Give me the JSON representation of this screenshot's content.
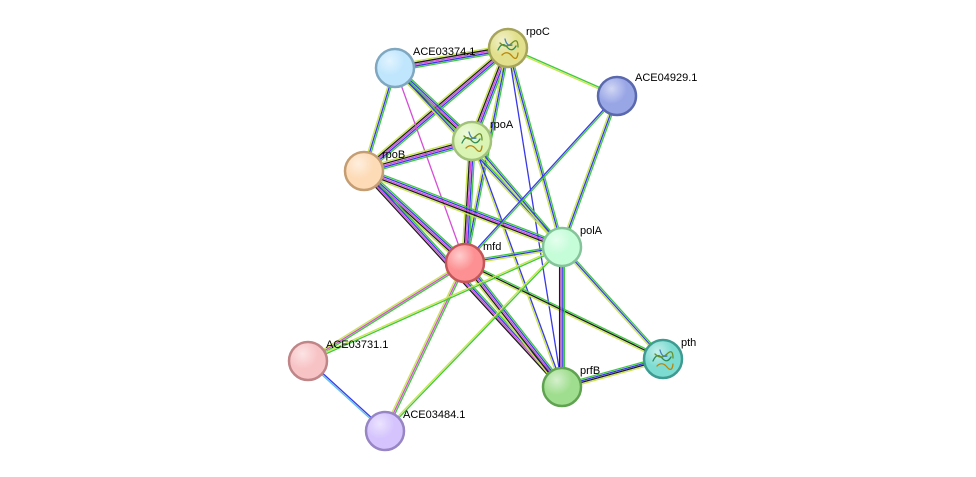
{
  "network": {
    "nodes": [
      {
        "id": "rpoC",
        "label": "rpoC",
        "fill": "#e2e08c",
        "stroke": "#a6a45a",
        "has_structure": true
      },
      {
        "id": "ACE03374.1",
        "label": "ACE03374.1",
        "fill": "#bfe6fd",
        "stroke": "#7fa8c0",
        "has_structure": false
      },
      {
        "id": "ACE04929.1",
        "label": "ACE04929.1",
        "fill": "#99a6e6",
        "stroke": "#5a68ad",
        "has_structure": false
      },
      {
        "id": "rpoA",
        "label": "rpoA",
        "fill": "#d9f4b3",
        "stroke": "#a1c278",
        "has_structure": true
      },
      {
        "id": "rpoB",
        "label": "rpoB",
        "fill": "#fddbb6",
        "stroke": "#c49d72",
        "has_structure": false
      },
      {
        "id": "mfd",
        "label": "mfd",
        "fill": "#fd9092",
        "stroke": "#c45659",
        "has_structure": false
      },
      {
        "id": "polA",
        "label": "polA",
        "fill": "#c4fdd8",
        "stroke": "#85c49b",
        "has_structure": false
      },
      {
        "id": "ACE03731.1",
        "label": "ACE03731.1",
        "fill": "#f8c3c5",
        "stroke": "#bf8587",
        "has_structure": false
      },
      {
        "id": "pth",
        "label": "pth",
        "fill": "#7ddcd2",
        "stroke": "#3e9b92",
        "has_structure": true
      },
      {
        "id": "prfB",
        "label": "prfB",
        "fill": "#a0de8f",
        "stroke": "#5fa351",
        "has_structure": false
      },
      {
        "id": "ACE03484.1",
        "label": "ACE03484.1",
        "fill": "#d4c3fd",
        "stroke": "#9785c4",
        "has_structure": false
      }
    ],
    "edges": [
      {
        "source": "rpoC",
        "target": "ACE03374.1",
        "colors": [
          "#3fc93f",
          "#3838e6",
          "#d64dd6",
          "#1c1c1c",
          "#c8e650"
        ]
      },
      {
        "source": "rpoC",
        "target": "rpoA",
        "colors": [
          "#3fc93f",
          "#3838e6",
          "#d64dd6",
          "#1c1c1c",
          "#c8e650"
        ]
      },
      {
        "source": "rpoC",
        "target": "rpoB",
        "colors": [
          "#3fc93f",
          "#3838e6",
          "#d64dd6",
          "#1c1c1c",
          "#c8e650"
        ]
      },
      {
        "source": "rpoC",
        "target": "ACE04929.1",
        "colors": [
          "#3fc93f",
          "#c8e650"
        ]
      },
      {
        "source": "rpoC",
        "target": "mfd",
        "colors": [
          "#3fc93f",
          "#3838e6",
          "#c8e650"
        ]
      },
      {
        "source": "rpoC",
        "target": "polA",
        "colors": [
          "#3fc93f",
          "#3838e6",
          "#c8e650"
        ]
      },
      {
        "source": "rpoC",
        "target": "prfB",
        "colors": [
          "#3838e6"
        ]
      },
      {
        "source": "ACE03374.1",
        "target": "rpoA",
        "colors": [
          "#3fc93f",
          "#3838e6",
          "#d64dd6",
          "#1c1c1c",
          "#c8e650"
        ]
      },
      {
        "source": "ACE03374.1",
        "target": "rpoB",
        "colors": [
          "#3fc93f",
          "#3838e6",
          "#c8e650"
        ]
      },
      {
        "source": "ACE03374.1",
        "target": "mfd",
        "colors": [
          "#d64dd6"
        ]
      },
      {
        "source": "ACE03374.1",
        "target": "polA",
        "colors": [
          "#3fc93f",
          "#3838e6",
          "#c8e650"
        ]
      },
      {
        "source": "rpoA",
        "target": "rpoB",
        "colors": [
          "#3fc93f",
          "#3838e6",
          "#d64dd6",
          "#1c1c1c",
          "#c8e650"
        ]
      },
      {
        "source": "rpoA",
        "target": "mfd",
        "colors": [
          "#3fc93f",
          "#3838e6",
          "#d64dd6",
          "#1c1c1c",
          "#c8e650"
        ]
      },
      {
        "source": "rpoA",
        "target": "polA",
        "colors": [
          "#3fc93f",
          "#3838e6",
          "#c8e650"
        ]
      },
      {
        "source": "rpoA",
        "target": "prfB",
        "colors": [
          "#3838e6",
          "#c8e650"
        ]
      },
      {
        "source": "rpoB",
        "target": "mfd",
        "colors": [
          "#3fc93f",
          "#3838e6",
          "#d64dd6",
          "#1c1c1c",
          "#c8e650"
        ]
      },
      {
        "source": "rpoB",
        "target": "polA",
        "colors": [
          "#3fc93f",
          "#3838e6",
          "#d64dd6",
          "#1c1c1c",
          "#c8e650"
        ]
      },
      {
        "source": "rpoB",
        "target": "prfB",
        "colors": [
          "#3fc93f",
          "#3838e6",
          "#d64dd6",
          "#1c1c1c"
        ]
      },
      {
        "source": "ACE04929.1",
        "target": "polA",
        "colors": [
          "#3fc93f",
          "#3838e6",
          "#c8e650"
        ]
      },
      {
        "source": "ACE04929.1",
        "target": "mfd",
        "colors": [
          "#3fc93f",
          "#3838e6"
        ]
      },
      {
        "source": "mfd",
        "target": "polA",
        "colors": [
          "#3fc93f",
          "#3838e6",
          "#c8e650"
        ]
      },
      {
        "source": "mfd",
        "target": "prfB",
        "colors": [
          "#3fc93f",
          "#3838e6",
          "#d64dd6",
          "#1c1c1c",
          "#c8e650"
        ]
      },
      {
        "source": "mfd",
        "target": "pth",
        "colors": [
          "#3fc93f",
          "#1c1c1c",
          "#c8e650"
        ]
      },
      {
        "source": "mfd",
        "target": "ACE03731.1",
        "colors": [
          "#3fc93f",
          "#d64dd6",
          "#c8e650"
        ]
      },
      {
        "source": "mfd",
        "target": "ACE03484.1",
        "colors": [
          "#3fc93f",
          "#d64dd6",
          "#c8e650"
        ]
      },
      {
        "source": "polA",
        "target": "prfB",
        "colors": [
          "#3fc93f",
          "#3838e6",
          "#d64dd6",
          "#1c1c1c"
        ]
      },
      {
        "source": "polA",
        "target": "pth",
        "colors": [
          "#3fc93f",
          "#3838e6",
          "#c8e650"
        ]
      },
      {
        "source": "polA",
        "target": "ACE03731.1",
        "colors": [
          "#3fc93f",
          "#c8e650"
        ]
      },
      {
        "source": "polA",
        "target": "ACE03484.1",
        "colors": [
          "#3fc93f",
          "#c8e650"
        ]
      },
      {
        "source": "prfB",
        "target": "pth",
        "colors": [
          "#3fc93f",
          "#3838e6",
          "#1c1c1c",
          "#c8e650"
        ]
      },
      {
        "source": "ACE03731.1",
        "target": "ACE03484.1",
        "colors": [
          "#3838e6",
          "#5fc2e6"
        ]
      }
    ]
  }
}
